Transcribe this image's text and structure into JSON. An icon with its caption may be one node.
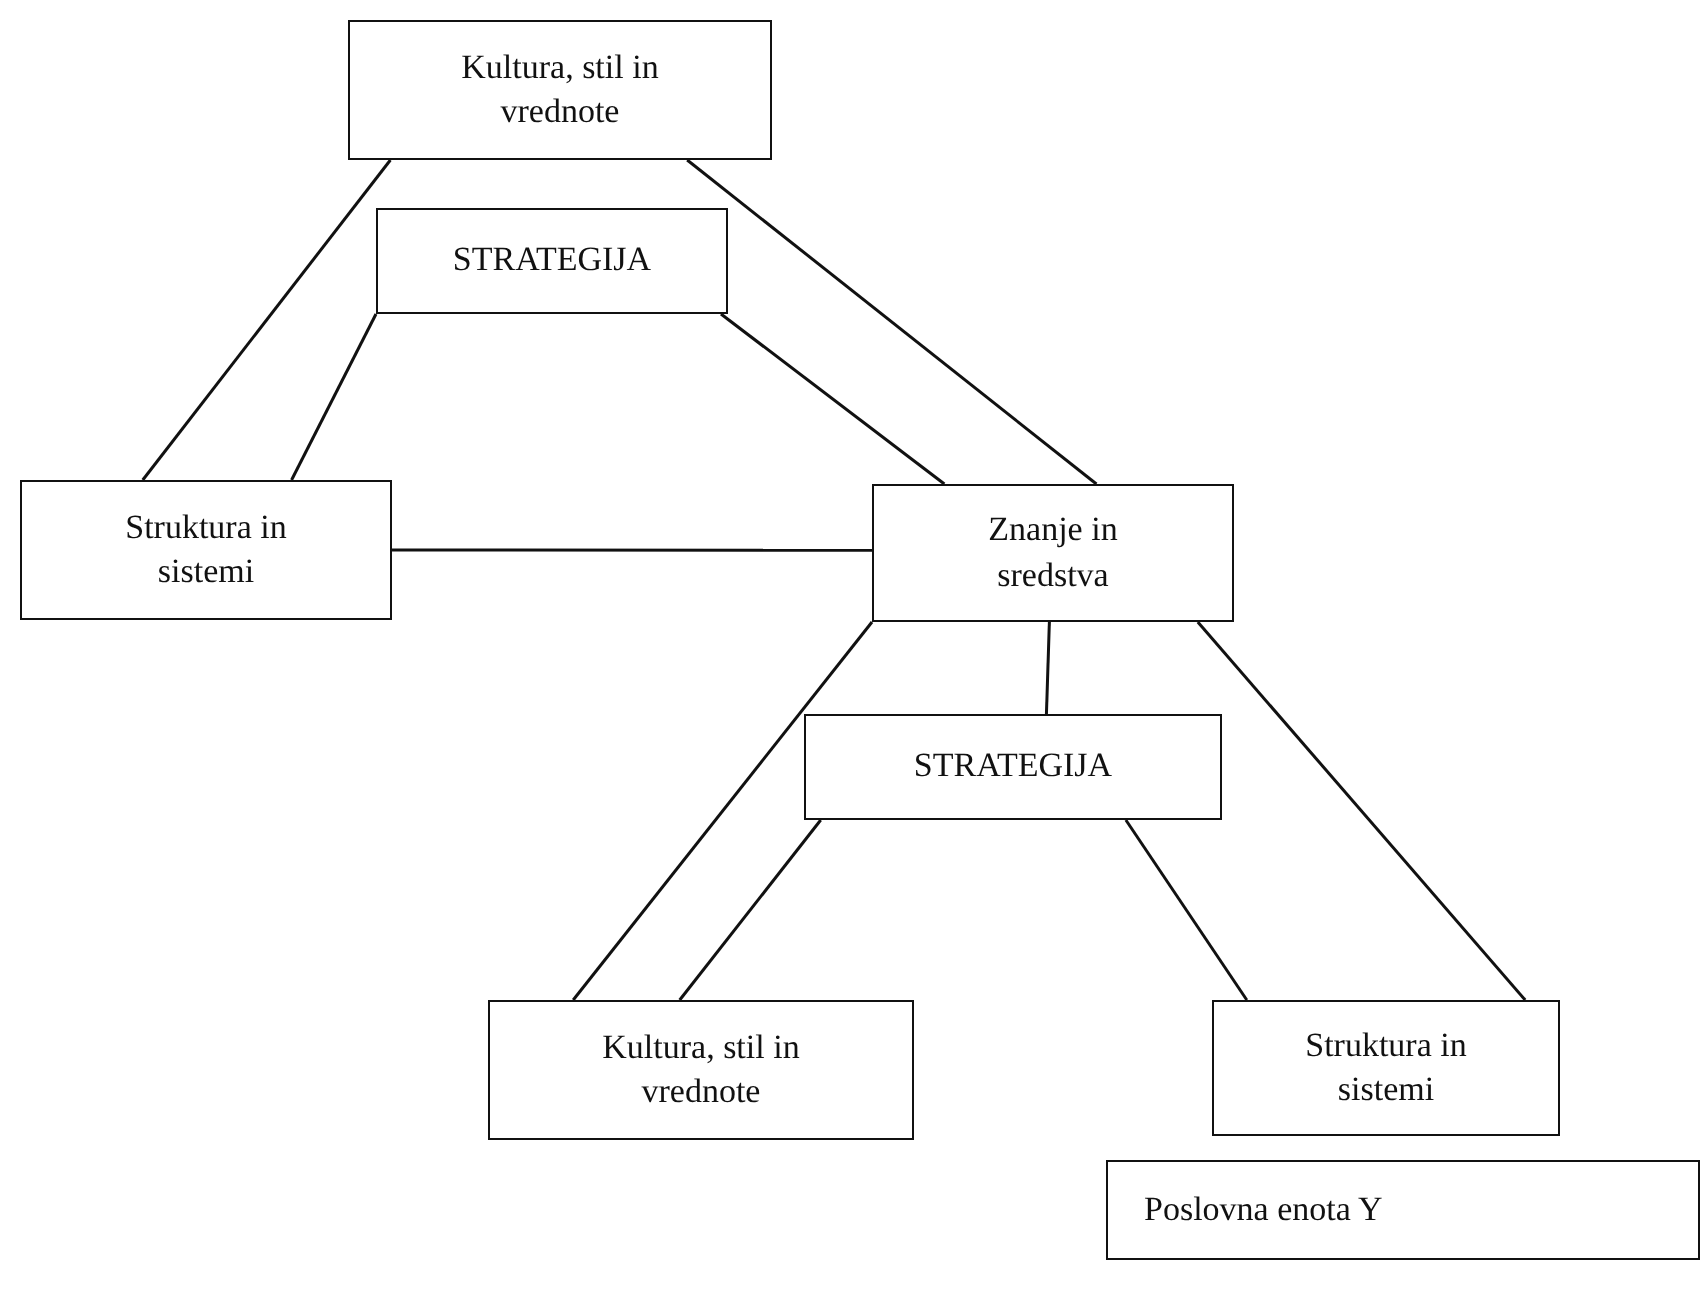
{
  "diagram": {
    "nodes": [
      {
        "text": [
          "Kultura, stil in vrednote"
        ]
      },
      {
        "text": [
          "STRATEGIJA"
        ]
      },
      {
        "text": [
          "Struktura in sistemi"
        ]
      },
      {
        "text": [
          "Znanje in sredstva"
        ]
      },
      {
        "text": [
          "STRATEGIJA"
        ]
      },
      {
        "text": [
          "Kultura, stil in vrednote"
        ]
      },
      {
        "text": [
          "Struktura in sistemi"
        ]
      },
      {
        "text": [
          "Poslovna enota Y"
        ]
      }
    ],
    "edges": [
      {
        "from": 0,
        "to": 2,
        "arrow": "none"
      },
      {
        "from": 0,
        "to": 3,
        "arrow": "none"
      },
      {
        "from": 1,
        "to": 2,
        "arrow": "none"
      },
      {
        "from": 1,
        "to": 3,
        "arrow": "none"
      },
      {
        "from": 2,
        "to": 3,
        "arrow": "none"
      },
      {
        "from": 3,
        "to": 5,
        "arrow": "none"
      },
      {
        "from": 3,
        "to": 4,
        "arrow": "none"
      },
      {
        "from": 3,
        "to": 6,
        "arrow": "none"
      },
      {
        "from": 4,
        "to": 5,
        "arrow": "none"
      },
      {
        "from": 4,
        "to": 6,
        "arrow": "none"
      }
    ]
  }
}
